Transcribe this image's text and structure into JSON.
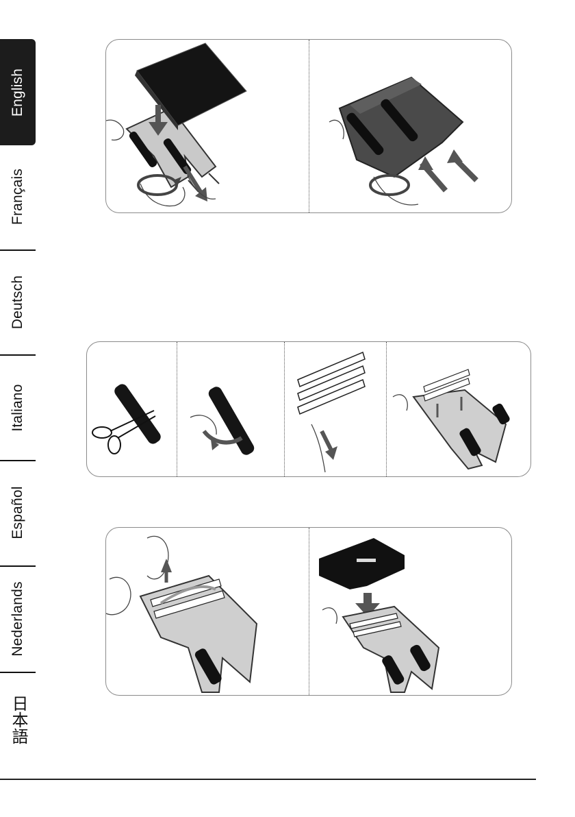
{
  "language_tabs": [
    {
      "label": "English",
      "active": true
    },
    {
      "label": "Français",
      "active": false
    },
    {
      "label": "Deutsch",
      "active": false
    },
    {
      "label": "Italiano",
      "active": false
    },
    {
      "label": "Español",
      "active": false
    },
    {
      "label": "Nederlands",
      "active": false
    },
    {
      "label": "日本語",
      "active": false
    }
  ],
  "figures": [
    {
      "name": "panel-mount-device",
      "steps": 2
    },
    {
      "name": "panel-prepare-strips",
      "steps": 4
    },
    {
      "name": "panel-attach-dock",
      "steps": 2
    }
  ]
}
